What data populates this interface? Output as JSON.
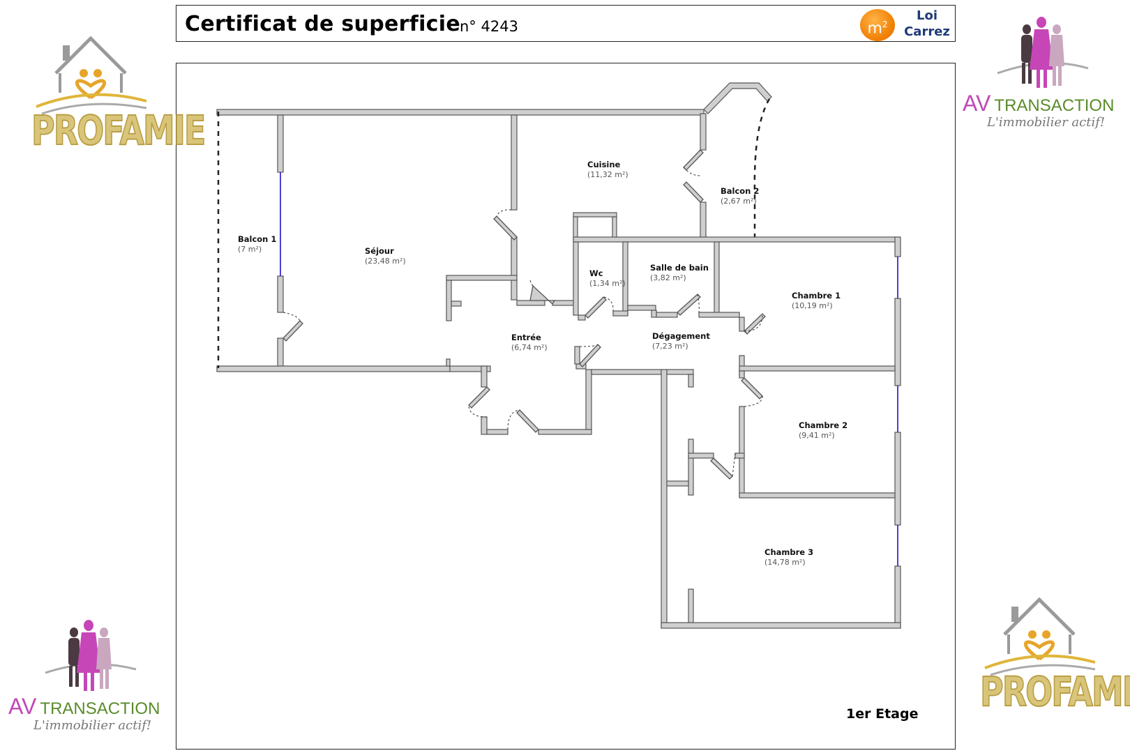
{
  "header": {
    "title": "Certificat de superficie",
    "number": "n° 4243",
    "badge_text": "m",
    "badge_sup": "2",
    "loi_line1": "Loi",
    "loi_line2": "Carrez"
  },
  "floor_label": "1er Etage",
  "rooms": [
    {
      "name": "Balcon 1",
      "area": "(7 m²)"
    },
    {
      "name": "Séjour",
      "area": "(23,48 m²)"
    },
    {
      "name": "Cuisine",
      "area": "(11,32 m²)"
    },
    {
      "name": "Balcon 2",
      "area": "(2,67 m²)"
    },
    {
      "name": "Wc",
      "area": "(1,34 m²)"
    },
    {
      "name": "Salle de bain",
      "area": "(3,82 m²)"
    },
    {
      "name": "Chambre 1",
      "area": "(10,19 m²)"
    },
    {
      "name": "Entrée",
      "area": "(6,74 m²)"
    },
    {
      "name": "Dégagement",
      "area": "(7,23 m²)"
    },
    {
      "name": "Chambre 2",
      "area": "(9,41 m²)"
    },
    {
      "name": "Chambre 3",
      "area": "(14,78 m²)"
    }
  ],
  "logos": {
    "profamie": "PROFAMIE",
    "av": "AV",
    "transaction": "TRANSACTION",
    "tagline": "L'immobilier actif!"
  },
  "colors": {
    "wall_fill": "#cfcfcf",
    "wall_stroke": "#555555",
    "window": "#4a3fd0",
    "profamie_gold": "#d9c57a",
    "av_pink": "#c048b5",
    "transaction_green": "#5a8b2a",
    "loi_blue": "#1f3a78",
    "badge_orange": "#f07d00"
  }
}
